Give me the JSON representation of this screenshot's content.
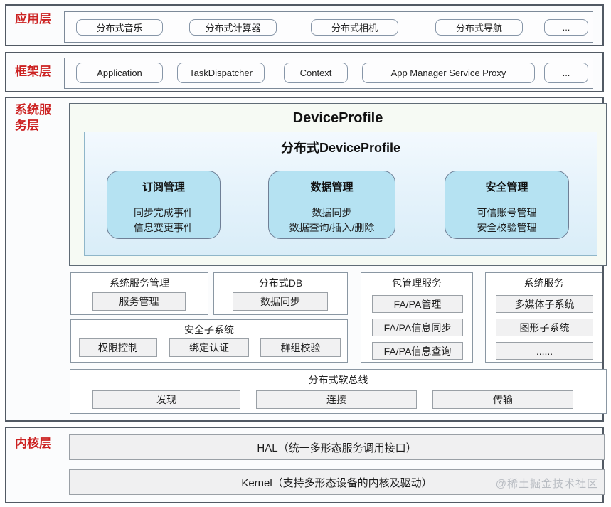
{
  "layers": {
    "app": {
      "label": "应用层",
      "items": [
        "分布式音乐",
        "分布式计算器",
        "分布式相机",
        "分布式导航",
        "..."
      ]
    },
    "framework": {
      "label": "框架层",
      "items": [
        "Application",
        "TaskDispatcher",
        "Context",
        "App Manager Service Proxy",
        "..."
      ]
    },
    "system": {
      "label": "系统服务层",
      "device_profile": {
        "title": "DeviceProfile",
        "distributed": {
          "title": "分布式DeviceProfile",
          "features": [
            {
              "title": "订阅管理",
              "lines": [
                "同步完成事件",
                "信息变更事件"
              ]
            },
            {
              "title": "数据管理",
              "lines": [
                "数据同步",
                "数据查询/插入/删除"
              ]
            },
            {
              "title": "安全管理",
              "lines": [
                "可信账号管理",
                "安全校验管理"
              ]
            }
          ]
        }
      },
      "services": [
        {
          "title": "系统服务管理",
          "items": [
            "服务管理"
          ]
        },
        {
          "title": "分布式DB",
          "items": [
            "数据同步"
          ]
        },
        {
          "title": "包管理服务",
          "items": [
            "FA/PA管理",
            "FA/PA信息同步",
            "FA/PA信息查询"
          ]
        },
        {
          "title": "系统服务",
          "items": [
            "多媒体子系统",
            "图形子系统",
            "......"
          ]
        },
        {
          "title": "安全子系统",
          "items": [
            "权限控制",
            "绑定认证",
            "群组校验"
          ]
        },
        {
          "title": "分布式软总线",
          "items": [
            "发现",
            "连接",
            "传输"
          ]
        }
      ]
    },
    "kernel": {
      "label": "内核层",
      "items": [
        "HAL（统一多形态服务调用接口）",
        "Kernel（支持多形态设备的内核及驱动）"
      ]
    }
  },
  "watermark": "@稀土掘金技术社区",
  "colors": {
    "layer_label_red": "#cc2222",
    "feature_box_blue": "#b5e2f2",
    "dist_gradient_top": "#f3f9fe",
    "dist_gradient_bottom": "#d9edf8",
    "band_border": "#525a64"
  }
}
